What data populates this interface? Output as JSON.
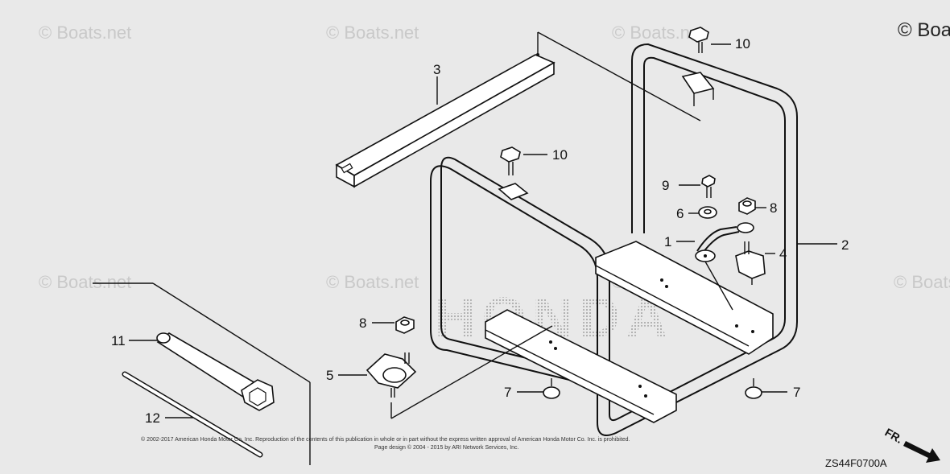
{
  "watermarks": {
    "repeat_text": "© Boats.net",
    "corner_text": "© Boats"
  },
  "brand_watermark": "HONDA",
  "callouts": [
    "1",
    "2",
    "3",
    "4",
    "5",
    "6",
    "7",
    "7",
    "8",
    "8",
    "9",
    "10",
    "10",
    "11",
    "12"
  ],
  "copyright_line1": "© 2002-2017 American Honda Motor Co. Inc. Reproduction of the contents of this publication in whole or in part without the express written approval of American Honda Motor Co. Inc. is prohibited.",
  "copyright_line2": "Page design © 2004 - 2015 by ARI Network Services, Inc.",
  "diagram_code": "ZS44F0700A",
  "front_indicator": "FR."
}
